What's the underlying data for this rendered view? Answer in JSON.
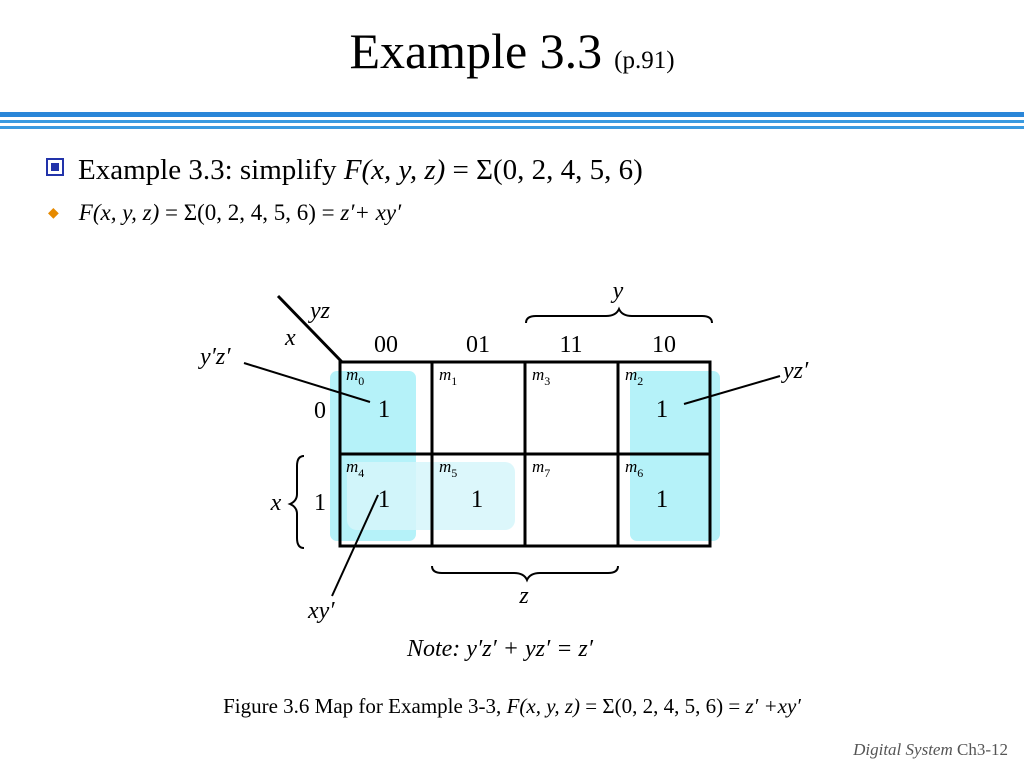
{
  "slide": {
    "title": "Example 3.3",
    "title_page": "(p.91)",
    "bullet1": {
      "prefix": "Example 3.3: simplify ",
      "func": "F(x, y, z)",
      "rest": " = Σ(0, 2, 4, 5, 6)"
    },
    "bullet2": {
      "func": "F(x, y, z)",
      "mid": " = Σ(0, 2, 4, 5, 6) = ",
      "result": "z′+ xy′"
    },
    "caption": {
      "prefix": "Figure 3.6 Map for Example 3-3, ",
      "func": "F(x, y, z)",
      "mid": " = Σ(0, 2, 4, 5, 6) = ",
      "result": "z′ +xy′"
    },
    "footer": {
      "course": "Digital System",
      "page": "Ch3-12"
    }
  },
  "kmap": {
    "corner_col_var": "yz",
    "corner_row_var": "x",
    "col_headers": [
      "00",
      "01",
      "11",
      "10"
    ],
    "row_headers": [
      "0",
      "1"
    ],
    "minterm_labels": [
      [
        "m0",
        "m1",
        "m3",
        "m2"
      ],
      [
        "m4",
        "m5",
        "m7",
        "m6"
      ]
    ],
    "cell_values": [
      [
        "1",
        "",
        "",
        "1"
      ],
      [
        "1",
        "1",
        "",
        "1"
      ]
    ],
    "brace_y_label": "y",
    "brace_x_label": "x",
    "brace_z_label": "z",
    "term_yz_bar_left": "y′z′",
    "term_yz_bar_right": "yz′",
    "term_xy_bar": "xy′",
    "note": "Note: y′z′ + yz′ = z′",
    "group_color": "#a8f0f8"
  }
}
